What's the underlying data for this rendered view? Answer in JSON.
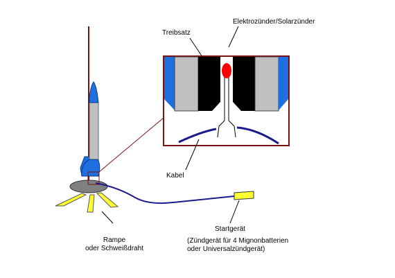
{
  "labels": {
    "treibsatz": "Treibsatz",
    "zuender": "Elektrozünder/Solarzünder",
    "kabel": "Kabel",
    "rampe_line1": "Rampe",
    "rampe_line2": "oder Schweißdraht",
    "startgeraet": "Startgerät",
    "startgeraet_desc_line1": "(Zündgerät für 4 Mignonbatterien",
    "startgeraet_desc_line2": "oder Universalzündgerät)"
  },
  "colors": {
    "rocket_blue": "#1e6fe0",
    "body_gray": "#c0c0c0",
    "propellant_black": "#000000",
    "igniter_red": "#ff0000",
    "cable_navy": "#1a1a8a",
    "frame_maroon": "#7a1010",
    "launcher_yellow": "#ffff33"
  }
}
